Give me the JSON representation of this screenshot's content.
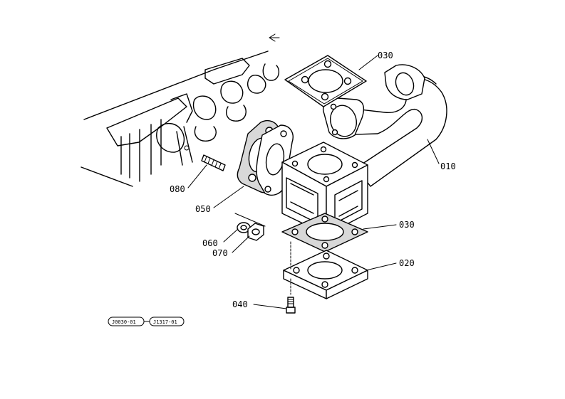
{
  "parts": [
    {
      "id": "p010",
      "label": "010"
    },
    {
      "id": "p020",
      "label": "020"
    },
    {
      "id": "p030a",
      "label": "030"
    },
    {
      "id": "p030b",
      "label": "030"
    },
    {
      "id": "p040",
      "label": "040"
    },
    {
      "id": "p050",
      "label": "050"
    },
    {
      "id": "p060",
      "label": "060"
    },
    {
      "id": "p070",
      "label": "070"
    },
    {
      "id": "p080",
      "label": "080"
    }
  ],
  "references": [
    "J0030-01",
    "J1317-01"
  ],
  "direction_mark": "F"
}
